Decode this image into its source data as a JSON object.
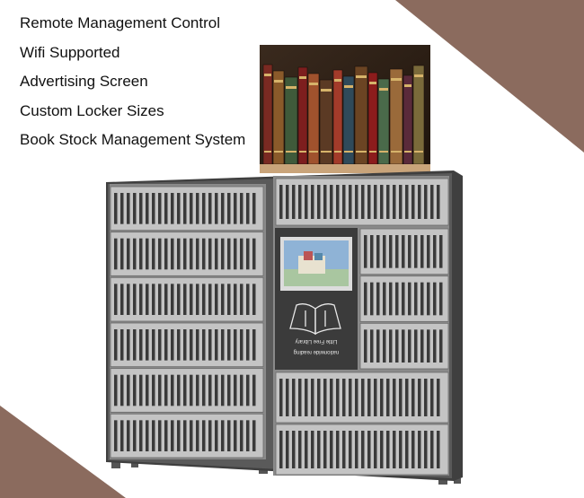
{
  "features": [
    "Remote Management Control",
    "Wifi Supported",
    "Advertising Screen",
    "Custom Locker Sizes",
    "Book Stock Management System"
  ],
  "kiosk": {
    "panel_text_1": "Little Free Library",
    "panel_text_2": "nationwide reading"
  },
  "colors": {
    "accent_brown": "#8b6b5e",
    "cabinet_frame": "#4a4a4a",
    "door_gray": "#b5b5b5",
    "screen_blue": "#8fb3d6"
  },
  "icons": [
    "open-book-icon"
  ]
}
